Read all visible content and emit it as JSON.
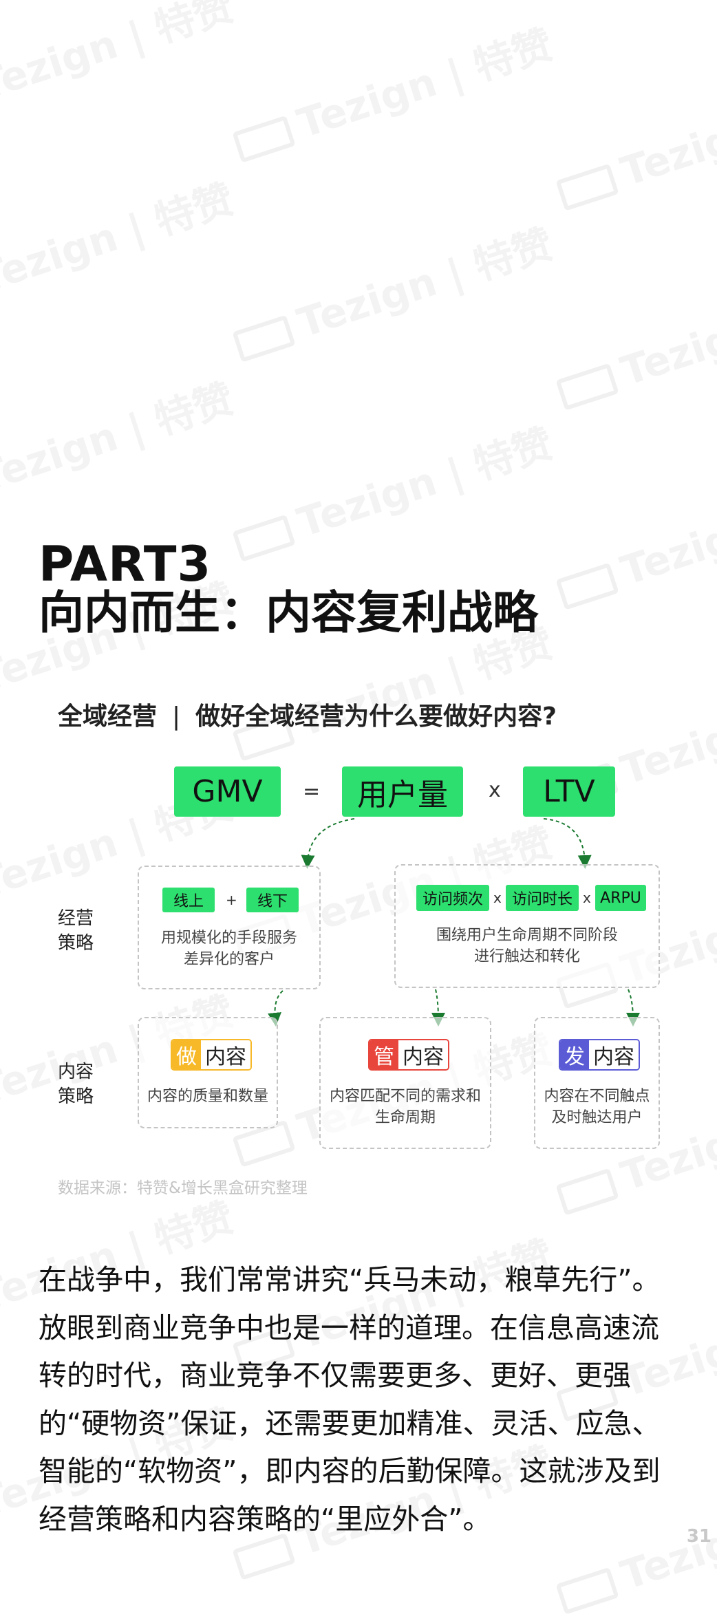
{
  "watermark": "Tezign | 特赞",
  "header": {
    "part": "PART3",
    "headline": "向内而生：内容复利战略"
  },
  "subtitle": {
    "left": "全域经营",
    "separator": "|",
    "right": "做好全域经营为什么要做好内容?"
  },
  "formula": {
    "gmv": "GMV",
    "equals": "=",
    "users": "用户量",
    "times": "x",
    "ltv": "LTV"
  },
  "strategy": {
    "row_label": "经营\n策略",
    "left": {
      "chip1": "线上",
      "plus": "+",
      "chip2": "线下",
      "desc_line1": "用规模化的手段服务",
      "desc_line2": "差异化的客户"
    },
    "right": {
      "chip1": "访问频次",
      "x1": "x",
      "chip2": "访问时长",
      "x2": "x",
      "chip3": "ARPU",
      "desc_line1": "围绕用户生命周期不同阶段",
      "desc_line2": "进行触达和转化"
    }
  },
  "content": {
    "row_label": "内容\n策略",
    "items": [
      {
        "key": "做",
        "value": "内容",
        "color": "#f7b928",
        "desc_line1": "内容的质量和数量",
        "desc_line2": ""
      },
      {
        "key": "管",
        "value": "内容",
        "color": "#e8453c",
        "desc_line1": "内容匹配不同的需求和",
        "desc_line2": "生命周期"
      },
      {
        "key": "发",
        "value": "内容",
        "color": "#5b5bd6",
        "desc_line1": "内容在不同触点",
        "desc_line2": "及时触达用户"
      }
    ]
  },
  "source": "数据来源：特赞&增长黑盒研究整理",
  "paragraph": [
    "在战争中，我们常常讲究“兵马未动，粮草先行”。",
    "放眼到商业竞争中也是一样的道理。在信息高速流",
    "转的时代，商业竞争不仅需要更多、更好、更强",
    "的“硬物资”保证，还需要更加精准、灵活、应急、",
    "智能的“软物资”，即内容的后勤保障。这就涉及到",
    "经营策略和内容策略的“里应外合”。"
  ],
  "page_number": "31",
  "colors": {
    "green": "#2ddf6e",
    "arrow": "#1a7a30"
  }
}
